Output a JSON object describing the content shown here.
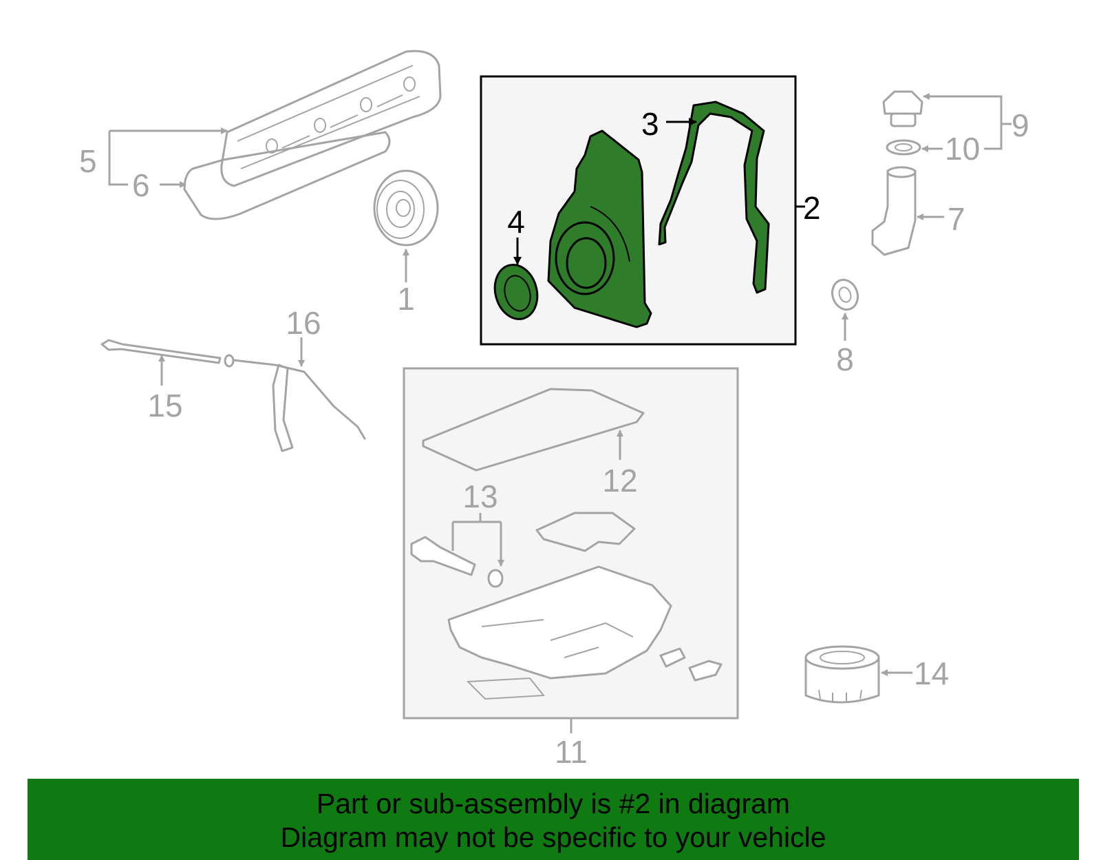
{
  "banner": {
    "line1": "Part or sub-assembly is #2 in diagram",
    "line2": "Diagram may not be specific to your vehicle",
    "background": "#0f7a12"
  },
  "colors": {
    "highlight_fill": "#2f7d2a",
    "part_outline": "#a4a4a4",
    "highlight_box_bg": "#f5f5f5"
  },
  "callouts": {
    "c1": "1",
    "c2": "2",
    "c3": "3",
    "c4": "4",
    "c5": "5",
    "c6": "6",
    "c7": "7",
    "c8": "8",
    "c9": "9",
    "c10": "10",
    "c11": "11",
    "c12": "12",
    "c13": "13",
    "c14": "14",
    "c15": "15",
    "c16": "16"
  },
  "highlighted_part": "2"
}
